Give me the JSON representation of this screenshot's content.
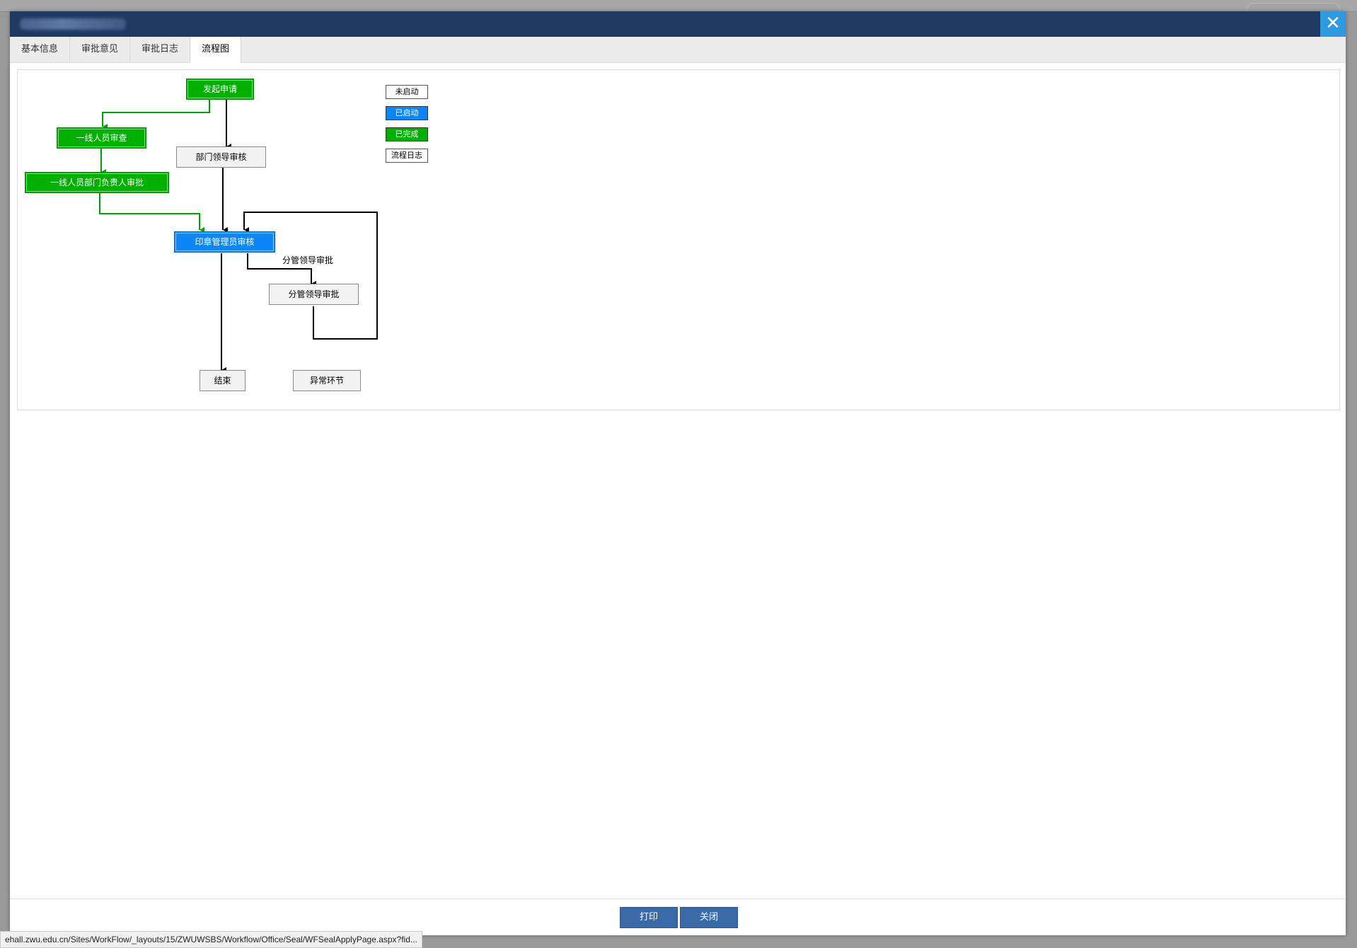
{
  "window": {
    "close_icon": "close-icon"
  },
  "tabs": [
    "基本信息",
    "审批意见",
    "审批日志",
    "流程图"
  ],
  "active_tab": "流程图",
  "flow": {
    "nodes": {
      "start": "发起申请",
      "frontline_review": "一线人员审查",
      "frontline_dept_approve": "一线人员部门负责人审批",
      "dept_leader_review": "部门领导审核",
      "seal_admin_review": "印章管理员审核",
      "leader_approve": "分管领导审批",
      "end": "结束",
      "exception": "异常环节"
    },
    "node_status": {
      "start": "已完成",
      "frontline_review": "已完成",
      "frontline_dept_approve": "已完成",
      "dept_leader_review": "未启动",
      "seal_admin_review": "已启动",
      "leader_approve": "未启动",
      "end": "未启动",
      "exception": "未启动"
    },
    "edge_label_leader": "分管领导审批",
    "legend": {
      "not_started": "未启动",
      "started": "已启动",
      "completed": "已完成",
      "process_log": "流程日志"
    },
    "colors": {
      "completed": "#00b000",
      "started": "#0a86f5",
      "not_started": "#f2f2f2",
      "titlebar": "#1f3a60",
      "button": "#3a6aa8"
    }
  },
  "footer": {
    "print_label": "打印",
    "close_label": "关闭"
  },
  "status_url": "ehall.zwu.edu.cn/Sites/WorkFlow/_layouts/15/ZWUWSBS/Workflow/Office/Seal/WFSealApplyPage.aspx?fid..."
}
